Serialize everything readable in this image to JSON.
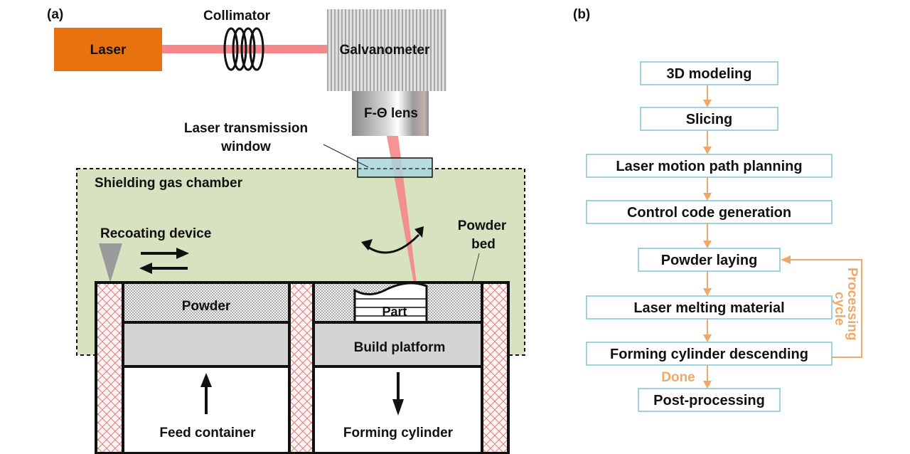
{
  "panel_a": {
    "tag": "(a)",
    "laser": "Laser",
    "collimator": "Collimator",
    "galvanometer": "Galvanometer",
    "f_theta_lens": "F-Θ lens",
    "transmission_window_line1": "Laser transmission",
    "transmission_window_line2": "window",
    "chamber": "Shielding gas chamber",
    "recoating_device": "Recoating device",
    "powder_bed_line1": "Powder",
    "powder_bed_line2": "bed",
    "powder": "Powder",
    "part": "Part",
    "build_platform": "Build platform",
    "feed_container": "Feed container",
    "forming_cylinder": "Forming cylinder",
    "colors": {
      "laser_box": "#e8720f",
      "beam": "#f4888a",
      "chamber_fill": "#d6e2c0",
      "window_fill": "#a9d5dc",
      "platform_gray": "#d4d4d4",
      "wall_hatch": "#d88080"
    }
  },
  "panel_b": {
    "tag": "(b)",
    "steps": [
      "3D modeling",
      "Slicing",
      "Laser motion path planning",
      "Control code generation",
      "Powder laying",
      "Laser melting material",
      "Forming cylinder descending",
      "Post-processing"
    ],
    "done_label": "Done",
    "cycle_label_line1": "Processing",
    "cycle_label_line2": "cycle",
    "colors": {
      "box_border": "#7fc4d4",
      "arrow": "#f0a868"
    }
  }
}
